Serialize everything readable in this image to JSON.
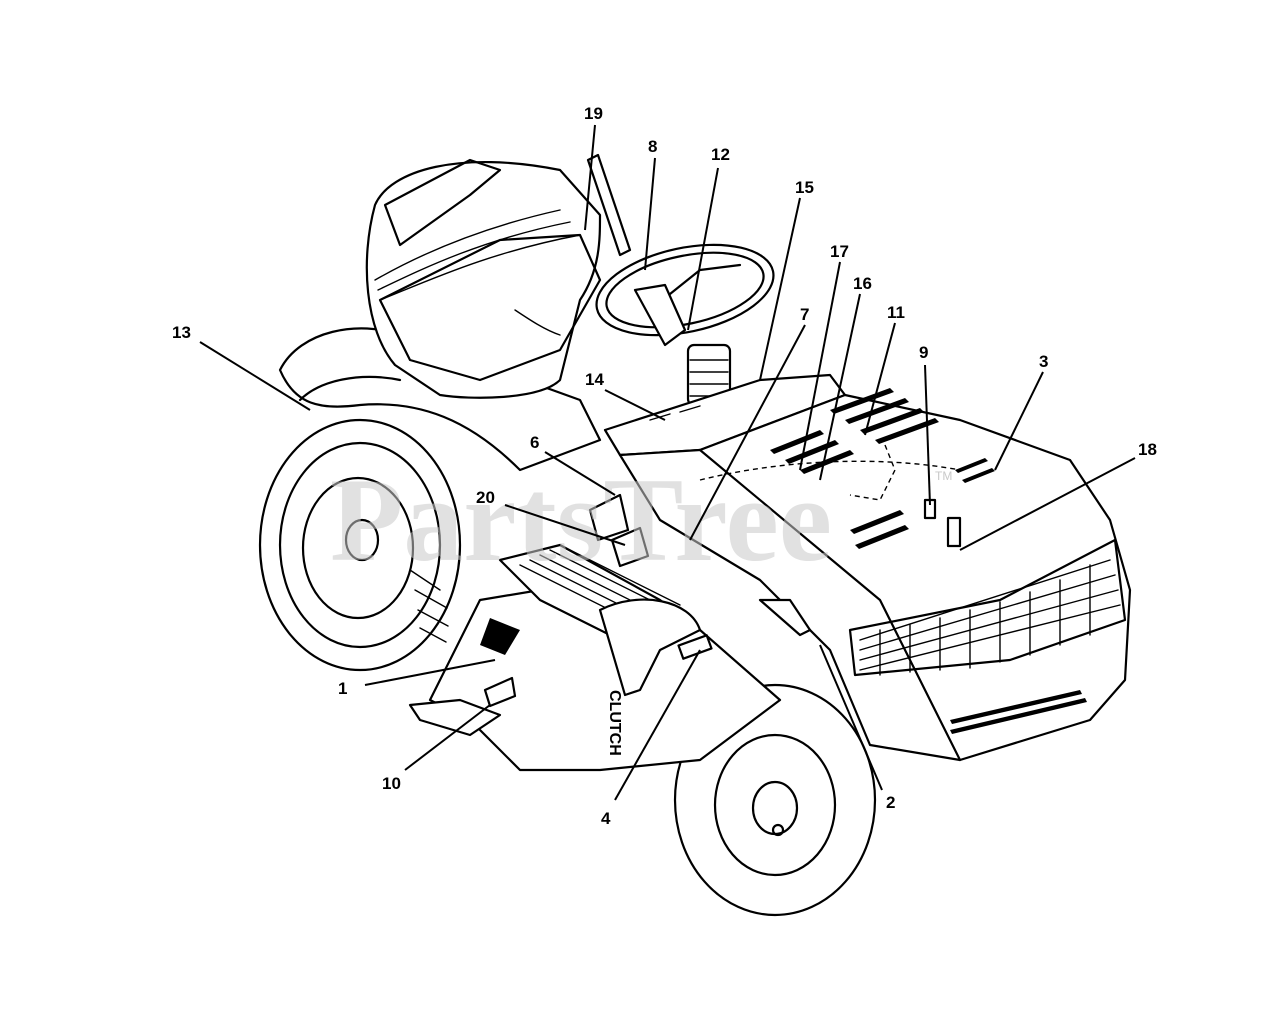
{
  "watermark": {
    "text": "PartsTree",
    "mark": "TM"
  },
  "decal_text": "CLUTCH",
  "callouts": [
    {
      "id": "1",
      "label": "1"
    },
    {
      "id": "2",
      "label": "2"
    },
    {
      "id": "3",
      "label": "3"
    },
    {
      "id": "4",
      "label": "4"
    },
    {
      "id": "6",
      "label": "6"
    },
    {
      "id": "7",
      "label": "7"
    },
    {
      "id": "8",
      "label": "8"
    },
    {
      "id": "9",
      "label": "9"
    },
    {
      "id": "10",
      "label": "10"
    },
    {
      "id": "11",
      "label": "11"
    },
    {
      "id": "12",
      "label": "12"
    },
    {
      "id": "13",
      "label": "13"
    },
    {
      "id": "14",
      "label": "14"
    },
    {
      "id": "15",
      "label": "15"
    },
    {
      "id": "16",
      "label": "16"
    },
    {
      "id": "17",
      "label": "17"
    },
    {
      "id": "18",
      "label": "18"
    },
    {
      "id": "19",
      "label": "19"
    },
    {
      "id": "20",
      "label": "20"
    }
  ]
}
